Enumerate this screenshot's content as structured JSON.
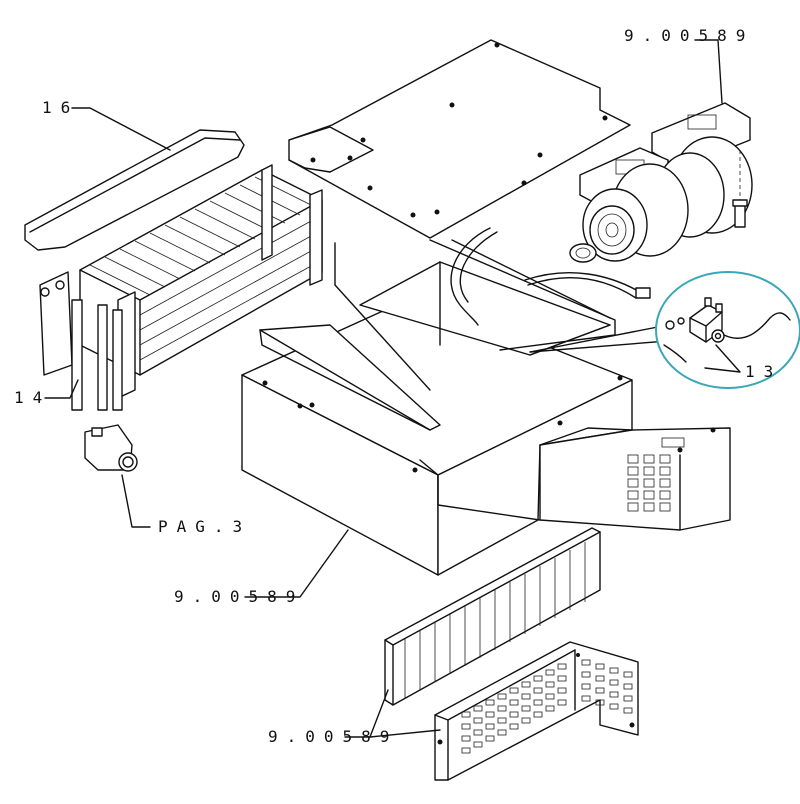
{
  "labels": {
    "part_top_right": "9.00589",
    "part_16": "16",
    "part_14": "14",
    "part_13": "13",
    "page_ref": "PAG.3",
    "part_center": "9.00589",
    "part_bottom": "9.00589"
  },
  "colors": {
    "line": "#111111",
    "callout_circle": "#3aa7b8",
    "background": "#ffffff"
  }
}
